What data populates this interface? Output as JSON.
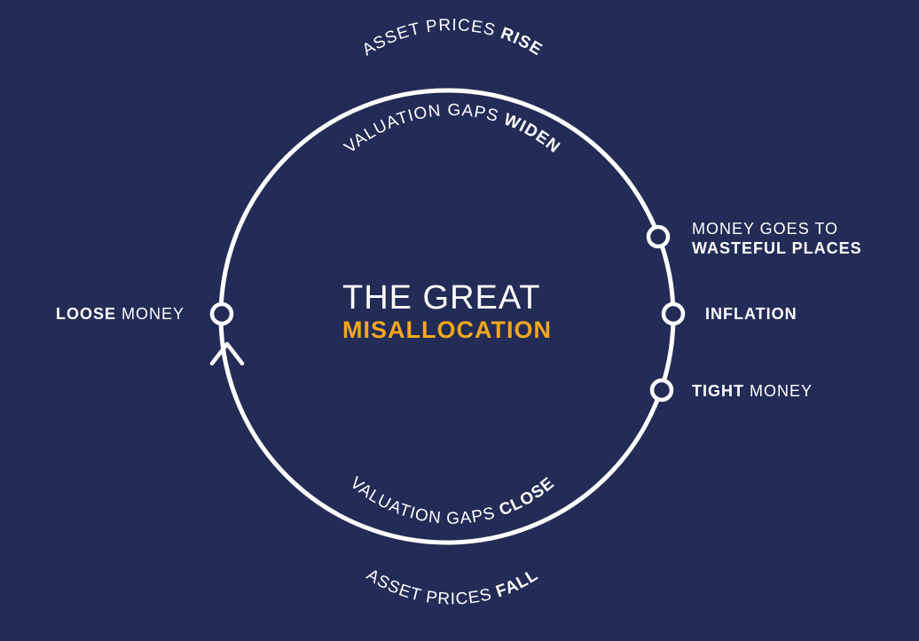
{
  "colors": {
    "background": "#232c57",
    "foreground": "#ffffff",
    "accent": "#f5a81c"
  },
  "title": {
    "line1": "THE GREAT",
    "line2": "MISALLOCATION"
  },
  "arc_labels": {
    "asset_prices_rise": {
      "normal": "ASSET PRICES ",
      "bold": "RISE"
    },
    "valuation_gaps_widen": {
      "normal": "VALUATION GAPS ",
      "bold": "WIDEN"
    },
    "valuation_gaps_close": {
      "normal": "VALUATION GAPS ",
      "bold": "CLOSE"
    },
    "asset_prices_fall": {
      "normal": "ASSET PRICES ",
      "bold": "FALL"
    }
  },
  "nodes": {
    "loose_money": {
      "bold": "LOOSE",
      "normal": " MONEY"
    },
    "wasteful_places": {
      "line1": "MONEY GOES TO",
      "line2": "WASTEFUL PLACES"
    },
    "inflation": {
      "bold": "INFLATION"
    },
    "tight_money": {
      "bold": "TIGHT",
      "normal": " MONEY"
    }
  }
}
